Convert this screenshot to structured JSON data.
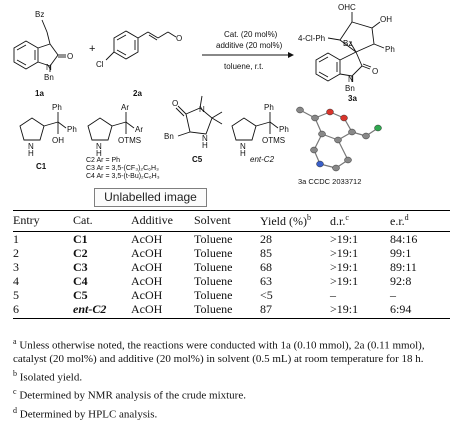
{
  "scheme": {
    "reactant1_sub": "Bz",
    "reactant1_N": "N",
    "reactant1_Bn": "Bn",
    "reactant1_O": "O",
    "reactant1_label": "1a",
    "plus": "+",
    "reactant2_Cl": "Cl",
    "reactant2_O": "O",
    "reactant2_label": "2a",
    "arrow_top1": "Cat. (20 mol%)",
    "arrow_top2": "additive (20 mol%)",
    "arrow_bottom": "toluene, r.t.",
    "product_OHC": "OHC",
    "product_OH": "OH",
    "product_ClPh": "4-Cl-Ph",
    "product_Ph": "Ph",
    "product_Bz": "Bz",
    "product_O": "O",
    "product_N": "N",
    "product_Bn": "Bn",
    "product_label": "3a",
    "xray_label": "3a CCDC 2033712",
    "c1_label": "C1",
    "c2c4_line1": "C2 Ar = Ph",
    "c2c4_line2": "C3 Ar = 3,5-(CF₃)₂C₆H₃",
    "c2c4_line3": "C4 Ar = 3,5-(t-Bu)₂C₆H₃",
    "c5_label": "C5",
    "entc2_label": "ent-C2",
    "c1_Ph1": "Ph",
    "c1_Ph2": "Ph",
    "c1_OH": "OH",
    "c1_N": "N",
    "c1_H": "H",
    "c2_Ar1": "Ar",
    "c2_Ar2": "Ar",
    "c2_OTMS": "OTMS",
    "c2_N": "N",
    "c2_H": "H",
    "c5_O": "O",
    "c5_Bn": "Bn",
    "c5_N1": "N",
    "c5_N2": "N",
    "c5_H": "H",
    "e_Ph1": "Ph",
    "e_Ph2": "Ph",
    "e_OTMS": "OTMS",
    "e_N": "N",
    "e_H": "H"
  },
  "image_label": "Unlabelled image",
  "table": {
    "headers": [
      "Entry",
      "Cat.",
      "Additive",
      "Solvent",
      "Yield (%)",
      "d.r.",
      "e.r."
    ],
    "header_sups": [
      "",
      "",
      "",
      "",
      "b",
      "c",
      "d"
    ],
    "rows": [
      [
        "1",
        "C1",
        "AcOH",
        "Toluene",
        "28",
        ">19:1",
        "84:16"
      ],
      [
        "2",
        "C2",
        "AcOH",
        "Toluene",
        "85",
        ">19:1",
        "99:1"
      ],
      [
        "3",
        "C3",
        "AcOH",
        "Toluene",
        "68",
        ">19:1",
        "89:11"
      ],
      [
        "4",
        "C4",
        "AcOH",
        "Toluene",
        "63",
        ">19:1",
        "92:8"
      ],
      [
        "5",
        "C5",
        "AcOH",
        "Toluene",
        "<5",
        "–",
        "–"
      ],
      [
        "6",
        "ent-C2",
        "AcOH",
        "Toluene",
        "87",
        ">19:1",
        "6:94"
      ]
    ]
  },
  "footnotes": {
    "a_sup": "a",
    "a_text": "Unless otherwise noted, the reactions were conducted with 1a (0.10 mmol), 2a (0.11 mmol), catalyst (20 mol%) and additive (20 mol%) in solvent (0.5 mL) at room temperature for 18 h.",
    "b_sup": "b",
    "b_text": "Isolated yield.",
    "c_sup": "c",
    "c_text": "Determined by NMR analysis of the crude mixture.",
    "d_sup": "d",
    "d_text": "Determined by HPLC analysis."
  }
}
